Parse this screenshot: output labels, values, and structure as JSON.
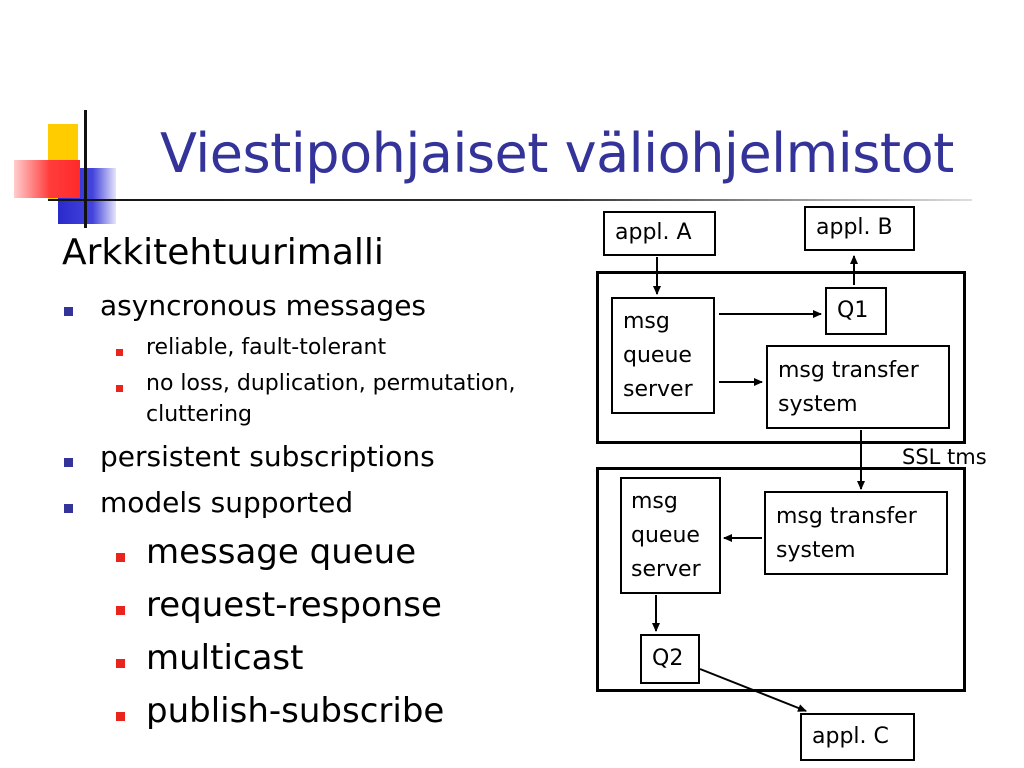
{
  "slide": {
    "title": "Viestipohjaiset väliohjelmistot",
    "subheading": "Arkkitehtuurimalli",
    "bullets": [
      "asyncronous messages",
      "persistent subscriptions",
      "models supported"
    ],
    "sub_bullets_async": [
      "reliable, fault-tolerant",
      "no loss, duplication, permutation,",
      "cluttering"
    ],
    "models": [
      "message queue",
      "request-response",
      "multicast",
      "publish-subscribe"
    ]
  },
  "diagram": {
    "appl_a": "appl. A",
    "appl_b": "appl. B",
    "appl_c": "appl. C",
    "q1": "Q1",
    "q2": "Q2",
    "server_top": [
      "msg",
      "queue",
      "server"
    ],
    "server_bottom": [
      "msg",
      "queue",
      "server"
    ],
    "transfer_top": [
      "msg transfer",
      "system"
    ],
    "transfer_bottom": [
      "msg transfer",
      "system"
    ],
    "link_label": "SSL tms"
  },
  "colors": {
    "title": "#333399",
    "bullet_level1": "#333399",
    "bullet_level2": "#e8241c",
    "deco_yellow": "#ffcc00",
    "deco_blue": "#3333cc",
    "deco_red": "#ff4444"
  }
}
